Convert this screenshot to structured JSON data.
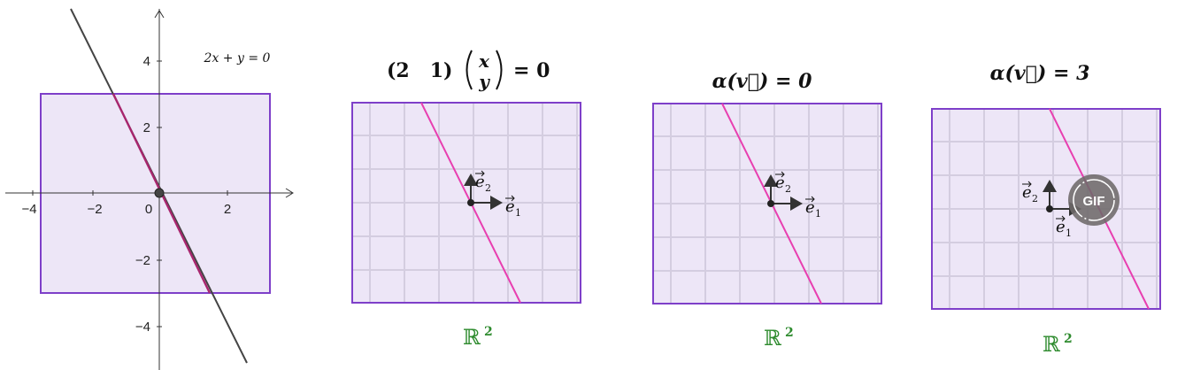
{
  "graph": {
    "equation": "2x + y = 0",
    "x_tick_labels": [
      "−4",
      "−2",
      "0",
      "2"
    ],
    "y_tick_labels": [
      "4",
      "2",
      "−2",
      "−4"
    ],
    "x_range": [
      -3.8,
      3.2
    ],
    "y_range": [
      -3,
      3
    ]
  },
  "panels": [
    {
      "title_row": "(2   1)",
      "title_col_top": "x",
      "title_col_bottom": "y",
      "title_rest": "= 0",
      "basis1": "e",
      "basis2": "e",
      "basis1_sub": "1",
      "basis2_sub": "2",
      "space_label": "ℝ",
      "space_power": "2"
    },
    {
      "title": "α(v⃗) = 0",
      "basis1": "e",
      "basis2": "e",
      "basis1_sub": "1",
      "basis2_sub": "2",
      "space_label": "ℝ",
      "space_power": "2"
    },
    {
      "title": "α(v⃗) = 3",
      "basis1": "e",
      "basis2": "e",
      "basis1_sub": "1",
      "basis2_sub": "2",
      "space_label": "ℝ",
      "space_power": "2",
      "gif_badge": "GIF"
    }
  ],
  "colors": {
    "region_fill": "#ede6f7",
    "region_stroke": "#7e3fc9",
    "line_magenta": "#e83fb0",
    "line_dark": "#444444",
    "line_on_region": "#a8266e",
    "space_label": "#2e8b2e",
    "grid": "#d4cde0"
  }
}
